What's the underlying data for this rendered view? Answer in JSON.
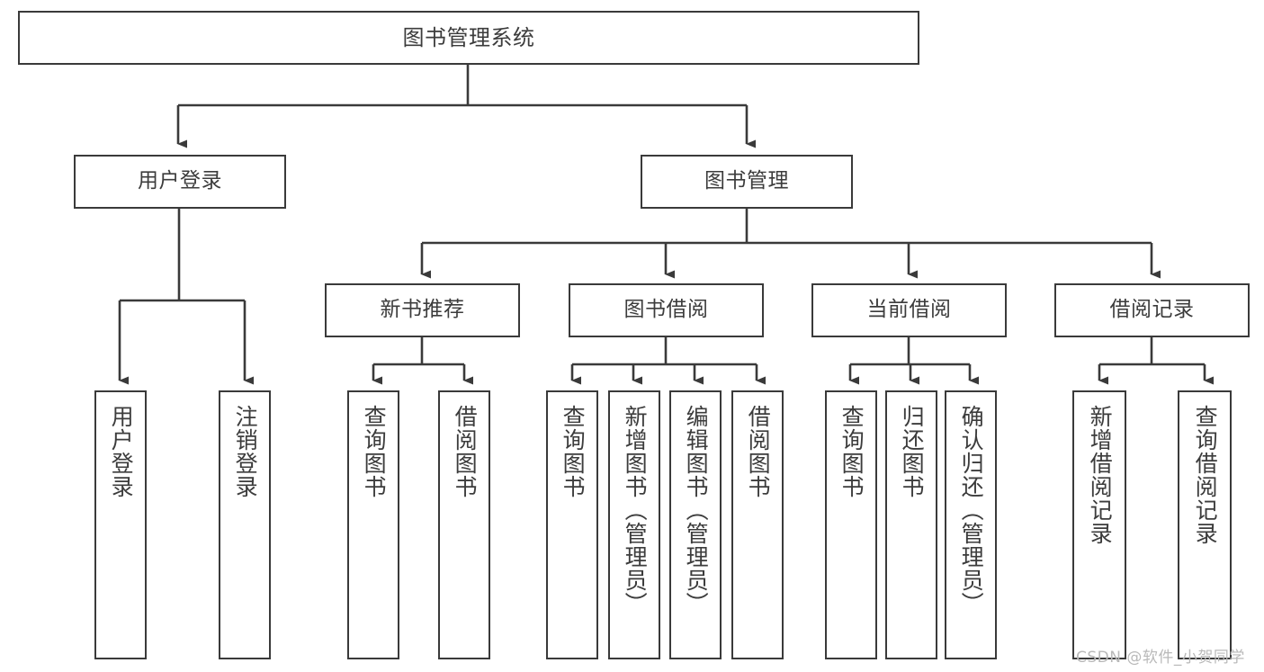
{
  "diagram": {
    "title": "图书管理系统",
    "type": "tree-hierarchy-chart",
    "root": {
      "label": "图书管理系统"
    },
    "level2": [
      {
        "label": "用户登录"
      },
      {
        "label": "图书管理"
      }
    ],
    "level3": [
      {
        "label": "新书推荐"
      },
      {
        "label": "图书借阅"
      },
      {
        "label": "当前借阅"
      },
      {
        "label": "借阅记录"
      }
    ],
    "leaves": {
      "user_login": [
        {
          "label": "用户登录"
        },
        {
          "label": "注销登录"
        }
      ],
      "new_book_recommend": [
        {
          "label": "查询图书"
        },
        {
          "label": "借阅图书"
        }
      ],
      "book_borrow": [
        {
          "label": "查询图书"
        },
        {
          "label": "新增图书（管理员）"
        },
        {
          "label": "编辑图书（管理员）"
        },
        {
          "label": "借阅图书"
        }
      ],
      "current_borrow": [
        {
          "label": "查询图书"
        },
        {
          "label": "归还图书"
        },
        {
          "label": "确认归还（管理员）"
        }
      ],
      "borrow_record": [
        {
          "label": "新增借阅记录"
        },
        {
          "label": "查询借阅记录"
        }
      ]
    }
  },
  "watermark": {
    "text": "CSDN @软件_小贺同学"
  },
  "colors": {
    "stroke": "#3a3a3a",
    "text": "#3c3c3c",
    "background": "#ffffff",
    "watermark": "#b9b9b9"
  }
}
